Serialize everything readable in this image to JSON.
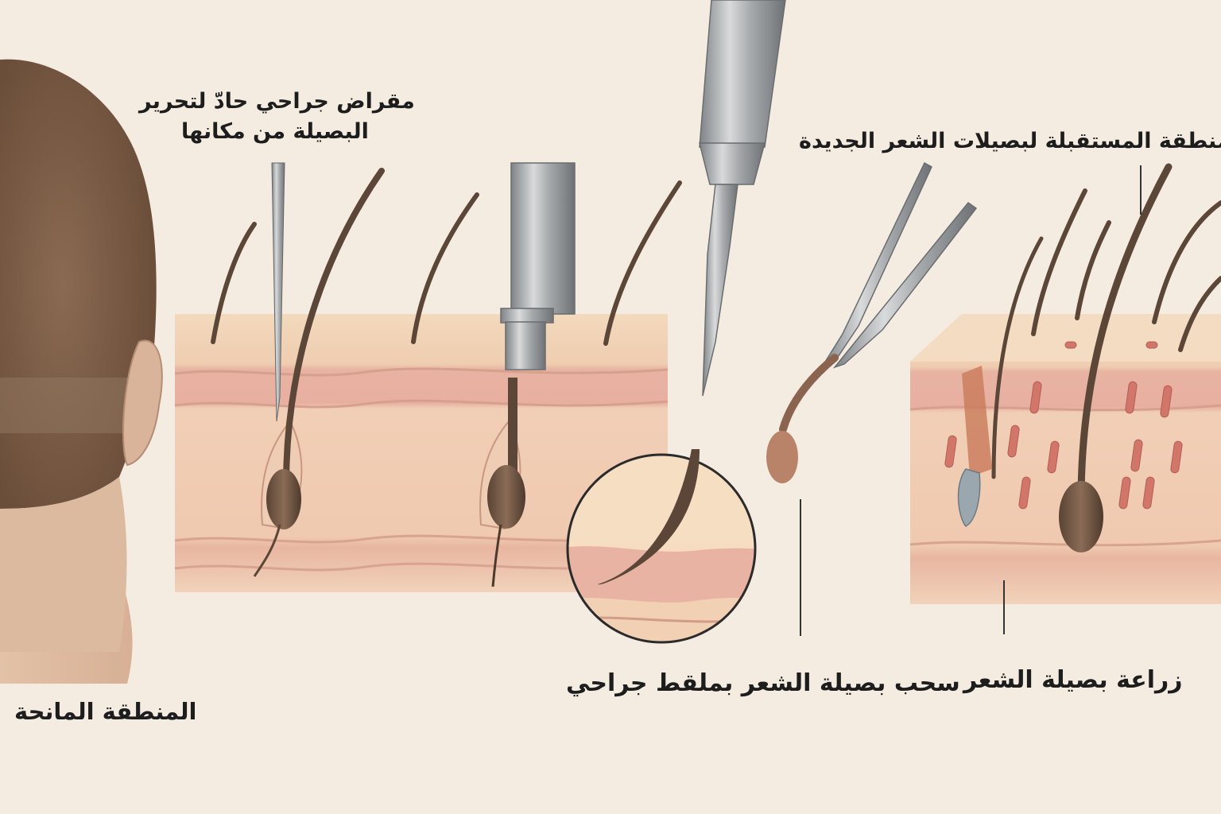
{
  "labels": {
    "scalpel_line1": "مقراض جراحي حادّ لتحرير",
    "scalpel_line2": "البصيلة من مكانها",
    "receiving_area": "المنطقة المستقبلة لبصيلات الشعر الجديدة",
    "extraction": "سحب بصيلة الشعر بملقط جراحي",
    "implantation": "زراعة بصيلة الشعر",
    "donor_area": "المنطقة المانحة"
  },
  "colors": {
    "background": "#f4ebe1",
    "skin_top": "#f0d3b5",
    "skin_layer": "#e9b9a8",
    "dermis": "#f2cdb3",
    "hair": "#5b4638",
    "instrument": "#a9acae",
    "incision": "#d2766a"
  }
}
